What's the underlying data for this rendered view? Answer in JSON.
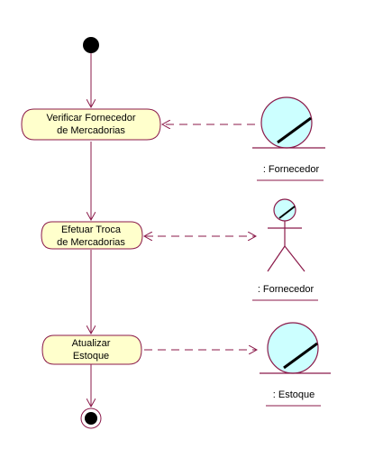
{
  "colors": {
    "line": "#8b1a4a",
    "activity_fill": "#ffffcc",
    "object_fill": "#ccffff",
    "node": "#000000",
    "background": "#ffffff"
  },
  "activities": [
    {
      "line1": "Verificar Fornecedor",
      "line2": "de Mercadorias"
    },
    {
      "line1": "Efetuar Troca",
      "line2": "de Mercadorias"
    },
    {
      "line1": "Atualizar",
      "line2": "Estoque"
    }
  ],
  "objects": [
    {
      "label": ": Fornecedor",
      "icon": "entity-object-icon"
    },
    {
      "label": ": Fornecedor",
      "icon": "actor-icon"
    },
    {
      "label": ": Estoque",
      "icon": "entity-object-icon"
    }
  ]
}
